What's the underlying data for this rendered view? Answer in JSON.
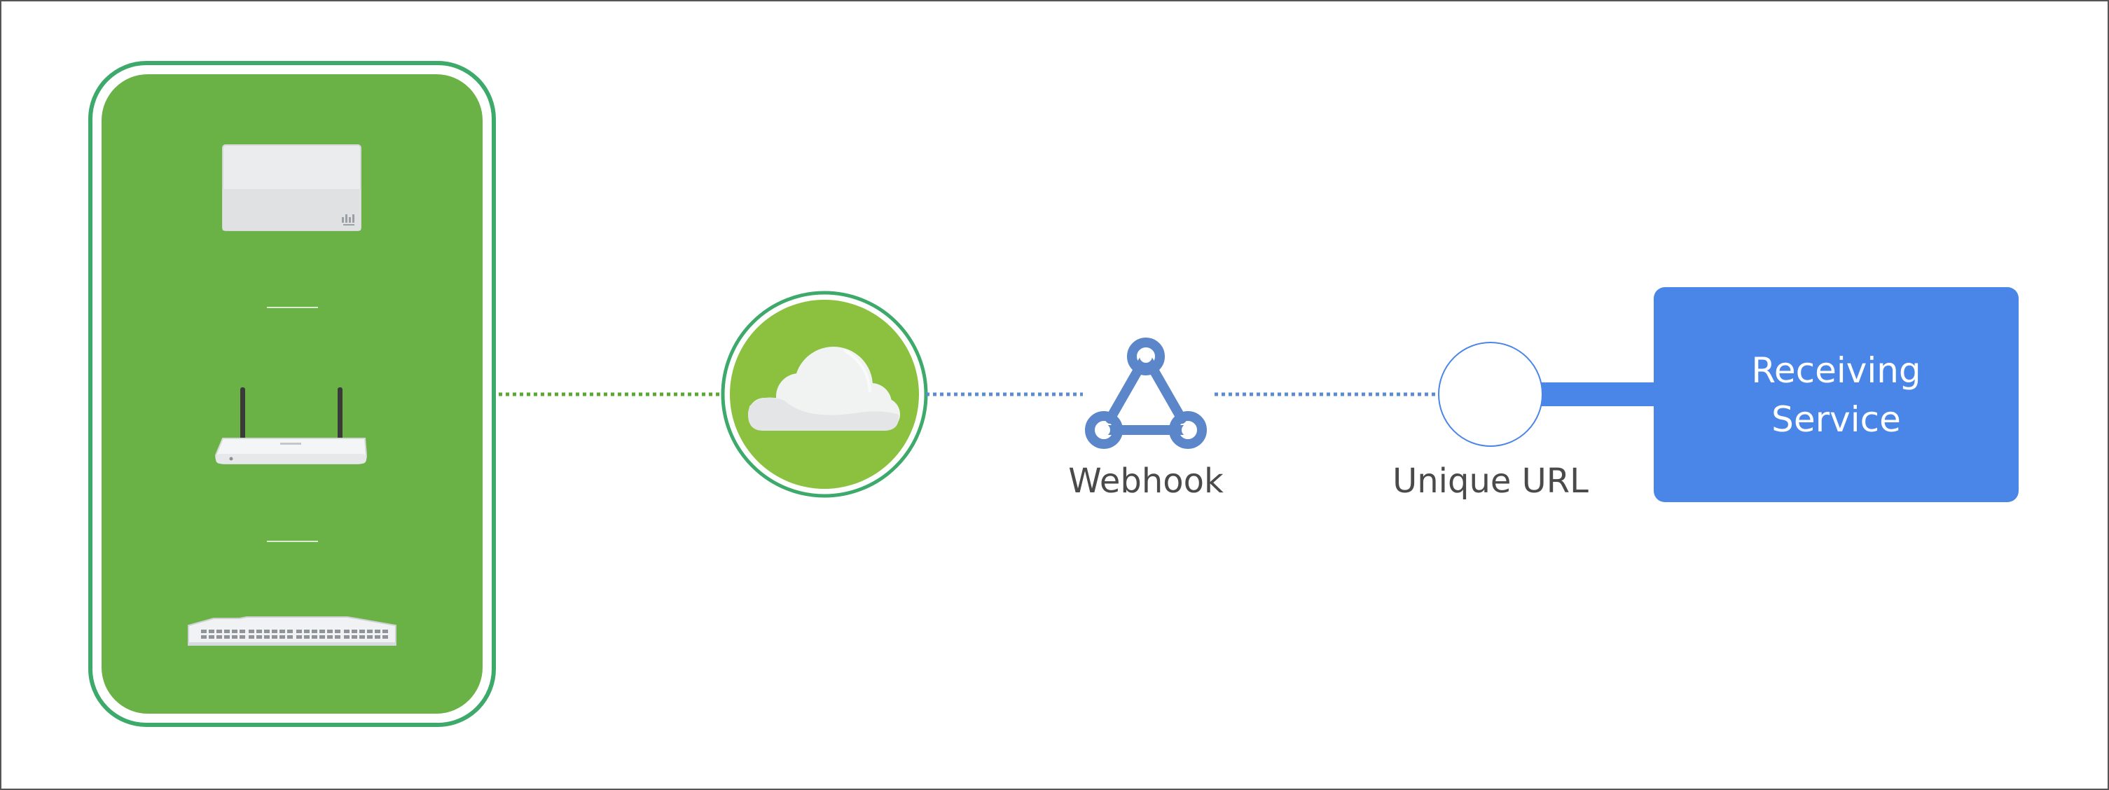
{
  "colors": {
    "frame_border": "#555555",
    "device_panel_green": "#6ab246",
    "panel_outline_green": "#3daa6b",
    "cloud_circle_green": "#8bc13f",
    "green_dotted_link": "#5aa832",
    "blue_dotted_link": "#5b8ccf",
    "webhook_icon_blue": "#5b86c9",
    "service_blue": "#4a86e8",
    "label_gray": "#4a4a4a"
  },
  "devices": [
    {
      "name": "access-point-icon"
    },
    {
      "name": "router-with-antennas-icon"
    },
    {
      "name": "network-switch-icon"
    }
  ],
  "cloud": {
    "icon": "cloud-icon"
  },
  "webhook": {
    "icon": "webhook-icon",
    "label": "Webhook"
  },
  "unique_url": {
    "icon": "url-endpoint-circle",
    "label": "Unique URL"
  },
  "receiving_service": {
    "line1": "Receiving",
    "line2": "Service"
  }
}
